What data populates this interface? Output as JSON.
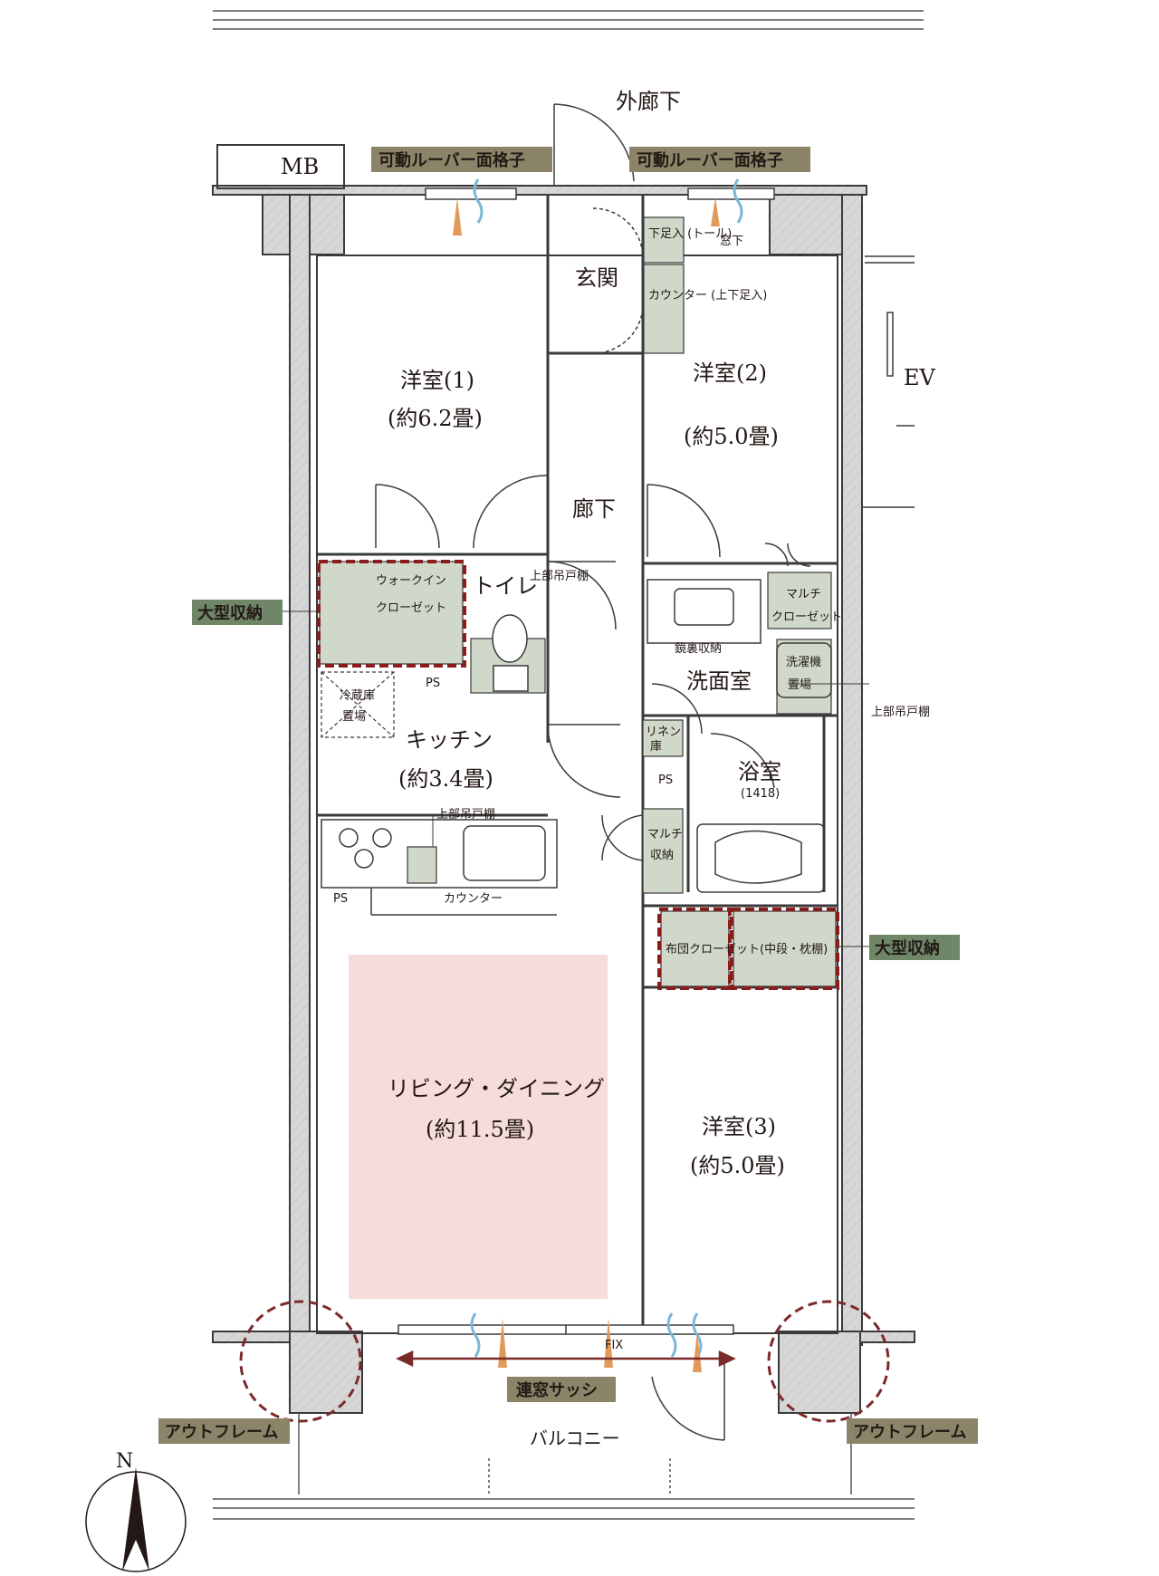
{
  "colors": {
    "wall_fill": "#d7d7d7",
    "wall_stroke": "#3a3a3a",
    "storage_fill": "#cfd8c9",
    "storage_border": "#8b1c1c",
    "living_highlight": "#f6dcdc",
    "tag_khaki": "#8c8468",
    "tag_green": "#6f8669",
    "arrow_red": "#7b2a2a",
    "air_orange": "#e29a5a",
    "air_blue": "#7ab7d8"
  },
  "labels": {
    "corridor_outside": "外廊下",
    "mb": "MB",
    "ev": "EV",
    "louver_left": "可動ルーバー面格子",
    "louver_right": "可動ルーバー面格子",
    "entrance": "玄関",
    "shoe_low": "下足入\n(トール)",
    "counter_shoe": "カウンター\n(上下足入)",
    "window_below": "窓下",
    "room1": "洋室(1)",
    "room1_size": "(約6.2畳)",
    "room2": "洋室(2)",
    "room2_size": "(約5.0畳)",
    "hallway": "廊下",
    "walkin_line1": "ウォークイン",
    "walkin_line2": "クローゼット",
    "toilet": "トイレ",
    "upper_cab_toilet": "上部吊戸棚",
    "large_storage_left": "大型収納",
    "multi_closet_line1": "マルチ",
    "multi_closet_line2": "クローゼット",
    "mirror_storage": "鏡裏収納",
    "washroom": "洗面室",
    "washer_line1": "洗濯機",
    "washer_line2": "置場",
    "upper_cab_right": "上部吊戸棚",
    "fridge_line1": "冷蔵庫",
    "fridge_line2": "置場",
    "ps1": "PS",
    "kitchen": "キッチン",
    "kitchen_size": "(約3.4畳)",
    "linen_line1": "リネン",
    "linen_line2": "庫",
    "ps2": "PS",
    "bath": "浴室",
    "bath_size": "(1418)",
    "upper_cab_kitchen": "上部吊戸棚",
    "multi_storage_line1": "マルチ",
    "multi_storage_line2": "収納",
    "ps3": "PS",
    "counter": "カウンター",
    "futon_closet": "布団クローゼット(中段・枕棚)",
    "large_storage_right": "大型収納",
    "living": "リビング・ダイニング",
    "living_size": "(約11.5畳)",
    "room3": "洋室(3)",
    "room3_size": "(約5.0畳)",
    "fix": "FIX",
    "sash": "連窓サッシ",
    "outframe_left": "アウトフレーム",
    "outframe_right": "アウトフレーム",
    "balcony": "バルコニー",
    "north": "N"
  }
}
